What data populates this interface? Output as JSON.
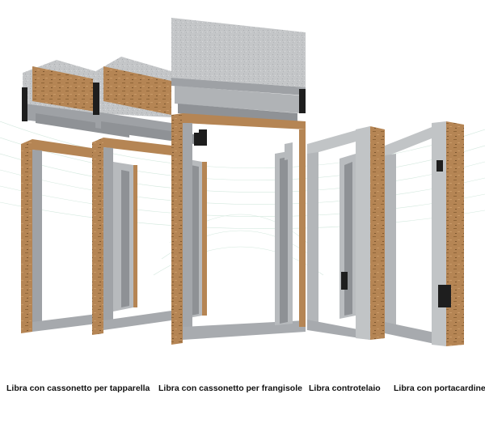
{
  "captions": [
    "Libra con cassonetto per tapparella",
    "Libra con cassonetto per frangisole",
    "Libra controtelaio",
    "Libra con portacardine"
  ],
  "colors": {
    "osb": "#b58554",
    "osb_dark": "#8f6538",
    "concrete": "#b9bcbf",
    "concrete_light": "#d3d5d7",
    "concrete_dark": "#8f9296",
    "metal": "#6d7073",
    "bracket": "#1e1e1e",
    "guide_lines": "#b7d8c8"
  }
}
